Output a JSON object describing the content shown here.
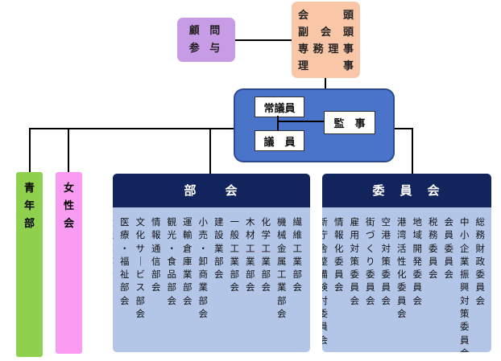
{
  "advisors": {
    "line1": "顧 問",
    "line2": "参 与"
  },
  "officers": [
    [
      "会",
      "頭"
    ],
    [
      "副",
      "会",
      "頭"
    ],
    [
      "専",
      "務",
      "理",
      "事"
    ],
    [
      "理",
      "事"
    ]
  ],
  "board": {
    "standing": "常議員",
    "members": "議　員",
    "auditor": "監　事"
  },
  "youth": "青年部",
  "women": "女性会",
  "divisions": {
    "title": "部　　会",
    "items": [
      "繊維工業部会",
      "機械金属工業部会",
      "化学工業部会",
      "木材工業部会",
      "一般工業部会",
      "建設業部会",
      "小売・卸商業部会",
      "運輸倉庫業部会",
      "観光・食品部会",
      "情報通信部会",
      "文化サービス部会",
      "医療・福祉部会",
      "金融業部会"
    ]
  },
  "committees": {
    "title": "委　員　会",
    "items": [
      "総務財政委員会",
      "中小企業振興対策委員会",
      "会員委員会",
      "税務委員会",
      "地域開発委員会",
      "港湾活性化委員会",
      "空港対策委員会",
      "街づくり委員会",
      "雇用対策委員会",
      "情報化委員会",
      "新庁舎整備検討委員会"
    ]
  }
}
